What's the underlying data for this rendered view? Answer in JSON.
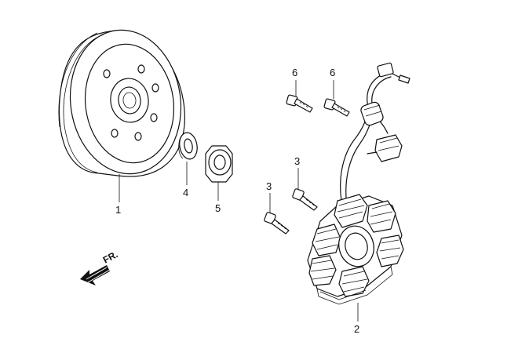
{
  "front_arrow": {
    "label": "FR."
  },
  "callouts": {
    "flywheel": "1",
    "stator": "2",
    "bolt_stator_a": "3",
    "bolt_stator_b": "3",
    "washer": "4",
    "nut": "5",
    "bolt_pulser_a": "6",
    "bolt_pulser_b": "6"
  }
}
